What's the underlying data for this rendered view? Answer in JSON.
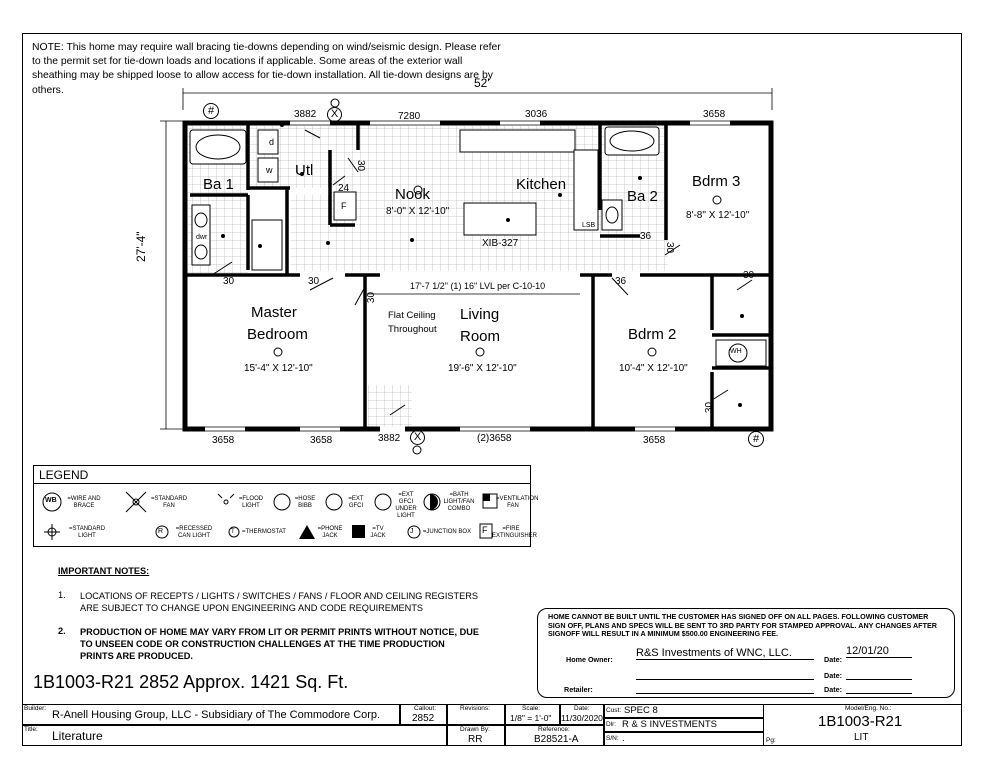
{
  "note": "NOTE:  This home may require wall bracing tie-downs depending on wind/seismic design. Please refer to the permit set for tie-down loads and locations if applicable. Some areas of the exterior wall sheathing may be shipped loose to allow access for tie-down installation. All tie-down designs are by others.",
  "overall_width": "52'",
  "overall_depth": "27'-4\"",
  "rooms": {
    "ba1": "Ba 1",
    "utl": "Utl",
    "nook": "Nook",
    "nook_size": "8'-0\" X 12'-10\"",
    "kitchen": "Kitchen",
    "island": "XIB-327",
    "ba2": "Ba 2",
    "bdrm3": "Bdrm 3",
    "bdrm3_size": "8'-8\" X 12'-10\"",
    "master_line1": "Master",
    "master_line2": "Bedroom",
    "master_size": "15'-4\" X 12'-10\"",
    "flat_ceiling_line1": "Flat Ceiling",
    "flat_ceiling_line2": "Throughout",
    "living_line1": "Living",
    "living_line2": "Room",
    "living_size": "19'-6\" X 12'-10\"",
    "bdrm2": "Bdrm 2",
    "bdrm2_size": "10'-4\" X 12'-10\"",
    "lvl": "17'-7 1/2\" (1) 16\" LVL per C-10-10",
    "wh": "WH",
    "dwr": "dwr",
    "d": "d",
    "w": "w",
    "f": "F",
    "lsb": "LSB"
  },
  "window_labels": {
    "w3882_top": "3882",
    "w7280": "7280",
    "w3036": "3036",
    "w3658_top": "3658",
    "w3658_b1": "3658",
    "w3658_b2": "3658",
    "w3882_bottom": "3882",
    "w2x3658": "(2)3658",
    "w3658_b3": "3658"
  },
  "door_labels": {
    "d30_a": "30",
    "d24": "24",
    "d30_ba1": "30",
    "d30_mb": "30",
    "d30_lr": "30",
    "d36_ba2": "36",
    "d30_ba2v": "30",
    "d36_b2": "36",
    "d30_b3": "30",
    "d30_clo": "30"
  },
  "symbols": {
    "hose": "#",
    "gfci": "X"
  },
  "legend": {
    "title": "LEGEND",
    "items": [
      "=WIRE AND BRACE",
      "=STANDARD FAN",
      "=FLOOD LIGHT",
      "=HOSE BIBB",
      "=EXT GFCI",
      "=EXT GFCI UNDER LIGHT",
      "=BATH LIGHT/FAN COMBO",
      "=VENTILATION FAN",
      "=STANDARD LIGHT",
      "=RECESSED CAN LIGHT",
      "=THERMOSTAT",
      "=PHONE JACK",
      "=TV JACK",
      "=JUNCTION BOX",
      "=FIRE EXTINGUISHER"
    ],
    "wb": "WB",
    "r": "R",
    "t": "T",
    "j": "J",
    "f": "F"
  },
  "important": {
    "heading": "IMPORTANT NOTES:",
    "n1_num": "1.",
    "n1": "LOCATIONS OF RECEPTS / LIGHTS / SWITCHES / FANS / FLOOR AND CEILING REGISTERS ARE SUBJECT TO CHANGE UPON ENGINEERING AND CODE REQUIREMENTS",
    "n2_num": "2.",
    "n2": "PRODUCTION OF HOME MAY VARY FROM LIT OR PERMIT PRINTS WITHOUT NOTICE, DUE TO UNSEEN CODE OR CONSTRUCTION CHALLENGES AT THE TIME PRODUCTION PRINTS ARE PRODUCED."
  },
  "model_line": "1B1003-R21 2852  Approx. 1421 Sq. Ft.",
  "signoff": {
    "text": "HOME CANNOT BE BUILT UNTIL THE CUSTOMER HAS SIGNED OFF ON ALL PAGES. FOLLOWING CUSTOMER SIGN OFF, PLANS AND SPECS WILL BE SENT TO 3RD PARTY FOR STAMPED APPROVAL.  ANY CHANGES AFTER SIGNOFF WILL RESULT IN A MINIMUM $500.00 ENGINEERING FEE.",
    "home_owner_label": "Home Owner:",
    "home_owner_value": "R&S Investments of WNC, LLC.",
    "date_label": "Date:",
    "date_value": "12/01/20",
    "date2_label": "Date:",
    "retailer_label": "Retailer:",
    "date3_label": "Date:"
  },
  "titleblock": {
    "builder_label": "Builder:",
    "builder": "R-Anell Housing Group, LLC - Subsidiary of The Commodore Corp.",
    "callout_label": "Callout:",
    "callout": "2852",
    "revisions_label": "Revisions:",
    "scale_label": "Scale:",
    "scale": "1/8\" = 1'-0\"",
    "date_label": "Date:",
    "date": "11/30/2020",
    "cust_label": "Cust:",
    "cust": "SPEC 8",
    "dlr_label": "Dlr:",
    "dlr": "R & S INVESTMENTS",
    "model_label": "Model/Eng. No.:",
    "model": "1B1003-R21",
    "title_label": "Title:",
    "title": "Literature",
    "drawn_label": "Drawn By:",
    "drawn": "RR",
    "ref_label": "Reference:",
    "ref": "B28521-A",
    "sn_label": "S/N:",
    "sn": ".",
    "pg_label": "Pg:",
    "pg": "LIT"
  }
}
